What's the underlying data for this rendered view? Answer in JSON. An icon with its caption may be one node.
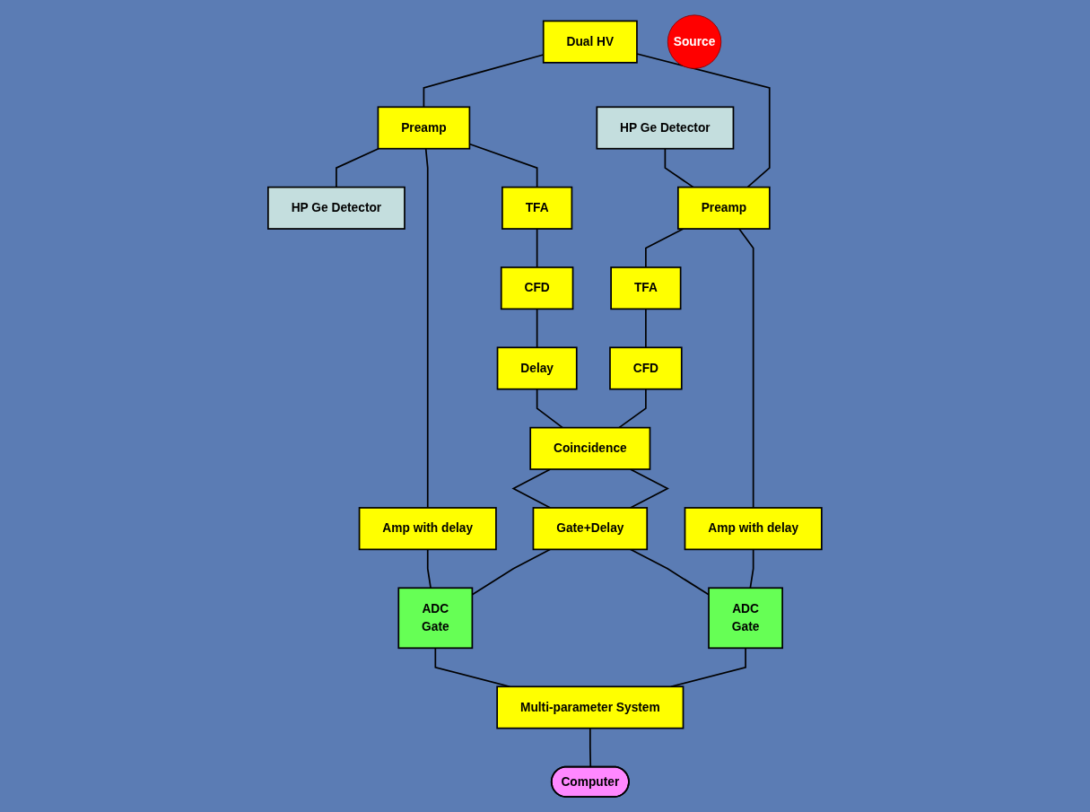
{
  "diagram": {
    "nodes": [
      {
        "text": [
          "Dual HV"
        ]
      },
      {
        "text": [
          "Preamp"
        ]
      },
      {
        "text": [
          "HP Ge Detector"
        ]
      },
      {
        "text": [
          "Source"
        ]
      },
      {
        "text": [
          "HP Ge Detector"
        ]
      },
      {
        "text": [
          "Preamp"
        ]
      },
      {
        "text": [
          "Amp with delay"
        ]
      },
      {
        "text": [
          "TFA"
        ]
      },
      {
        "text": [
          "CFD"
        ]
      },
      {
        "text": [
          "Delay"
        ]
      },
      {
        "text": [
          "CFD"
        ]
      },
      {
        "text": [
          "TFA"
        ]
      },
      {
        "text": [
          "Amp with delay"
        ]
      },
      {
        "text": [
          "Coincidence"
        ]
      },
      {
        "text": [
          "ADC",
          "Gate"
        ]
      },
      {
        "text": [
          "Gate+Delay"
        ]
      },
      {
        "text": [
          "ADC",
          "Gate"
        ]
      },
      {
        "text": [
          "Multi-parameter System"
        ]
      },
      {
        "text": [
          "Computer"
        ]
      }
    ],
    "edges": [
      {
        "from": 0,
        "to": 1,
        "arrow": "none"
      },
      {
        "from": 0,
        "to": 5,
        "arrow": "none"
      },
      {
        "from": 1,
        "to": 2,
        "arrow": "none"
      },
      {
        "from": 4,
        "to": 5,
        "arrow": "none"
      },
      {
        "from": 1,
        "to": 6,
        "arrow": "none"
      },
      {
        "from": 1,
        "to": 7,
        "arrow": "none"
      },
      {
        "from": 5,
        "to": 11,
        "arrow": "none"
      },
      {
        "from": 5,
        "to": 12,
        "arrow": "none"
      },
      {
        "from": 7,
        "to": 8,
        "arrow": "none"
      },
      {
        "from": 8,
        "to": 9,
        "arrow": "none"
      },
      {
        "from": 9,
        "to": 13,
        "arrow": "none"
      },
      {
        "from": 10,
        "to": 13,
        "arrow": "none"
      },
      {
        "from": 11,
        "to": 10,
        "arrow": "none"
      },
      {
        "from": 6,
        "to": 14,
        "arrow": "none"
      },
      {
        "from": 12,
        "to": 16,
        "arrow": "none"
      },
      {
        "from": 13,
        "to": 15,
        "arrow": "none"
      },
      {
        "from": 13,
        "to": 15,
        "arrow": "none"
      },
      {
        "from": 15,
        "to": 14,
        "arrow": "none"
      },
      {
        "from": 15,
        "to": 16,
        "arrow": "none"
      },
      {
        "from": 14,
        "to": 17,
        "arrow": "none"
      },
      {
        "from": 16,
        "to": 17,
        "arrow": "none"
      },
      {
        "from": 17,
        "to": 18,
        "arrow": "none"
      }
    ]
  }
}
